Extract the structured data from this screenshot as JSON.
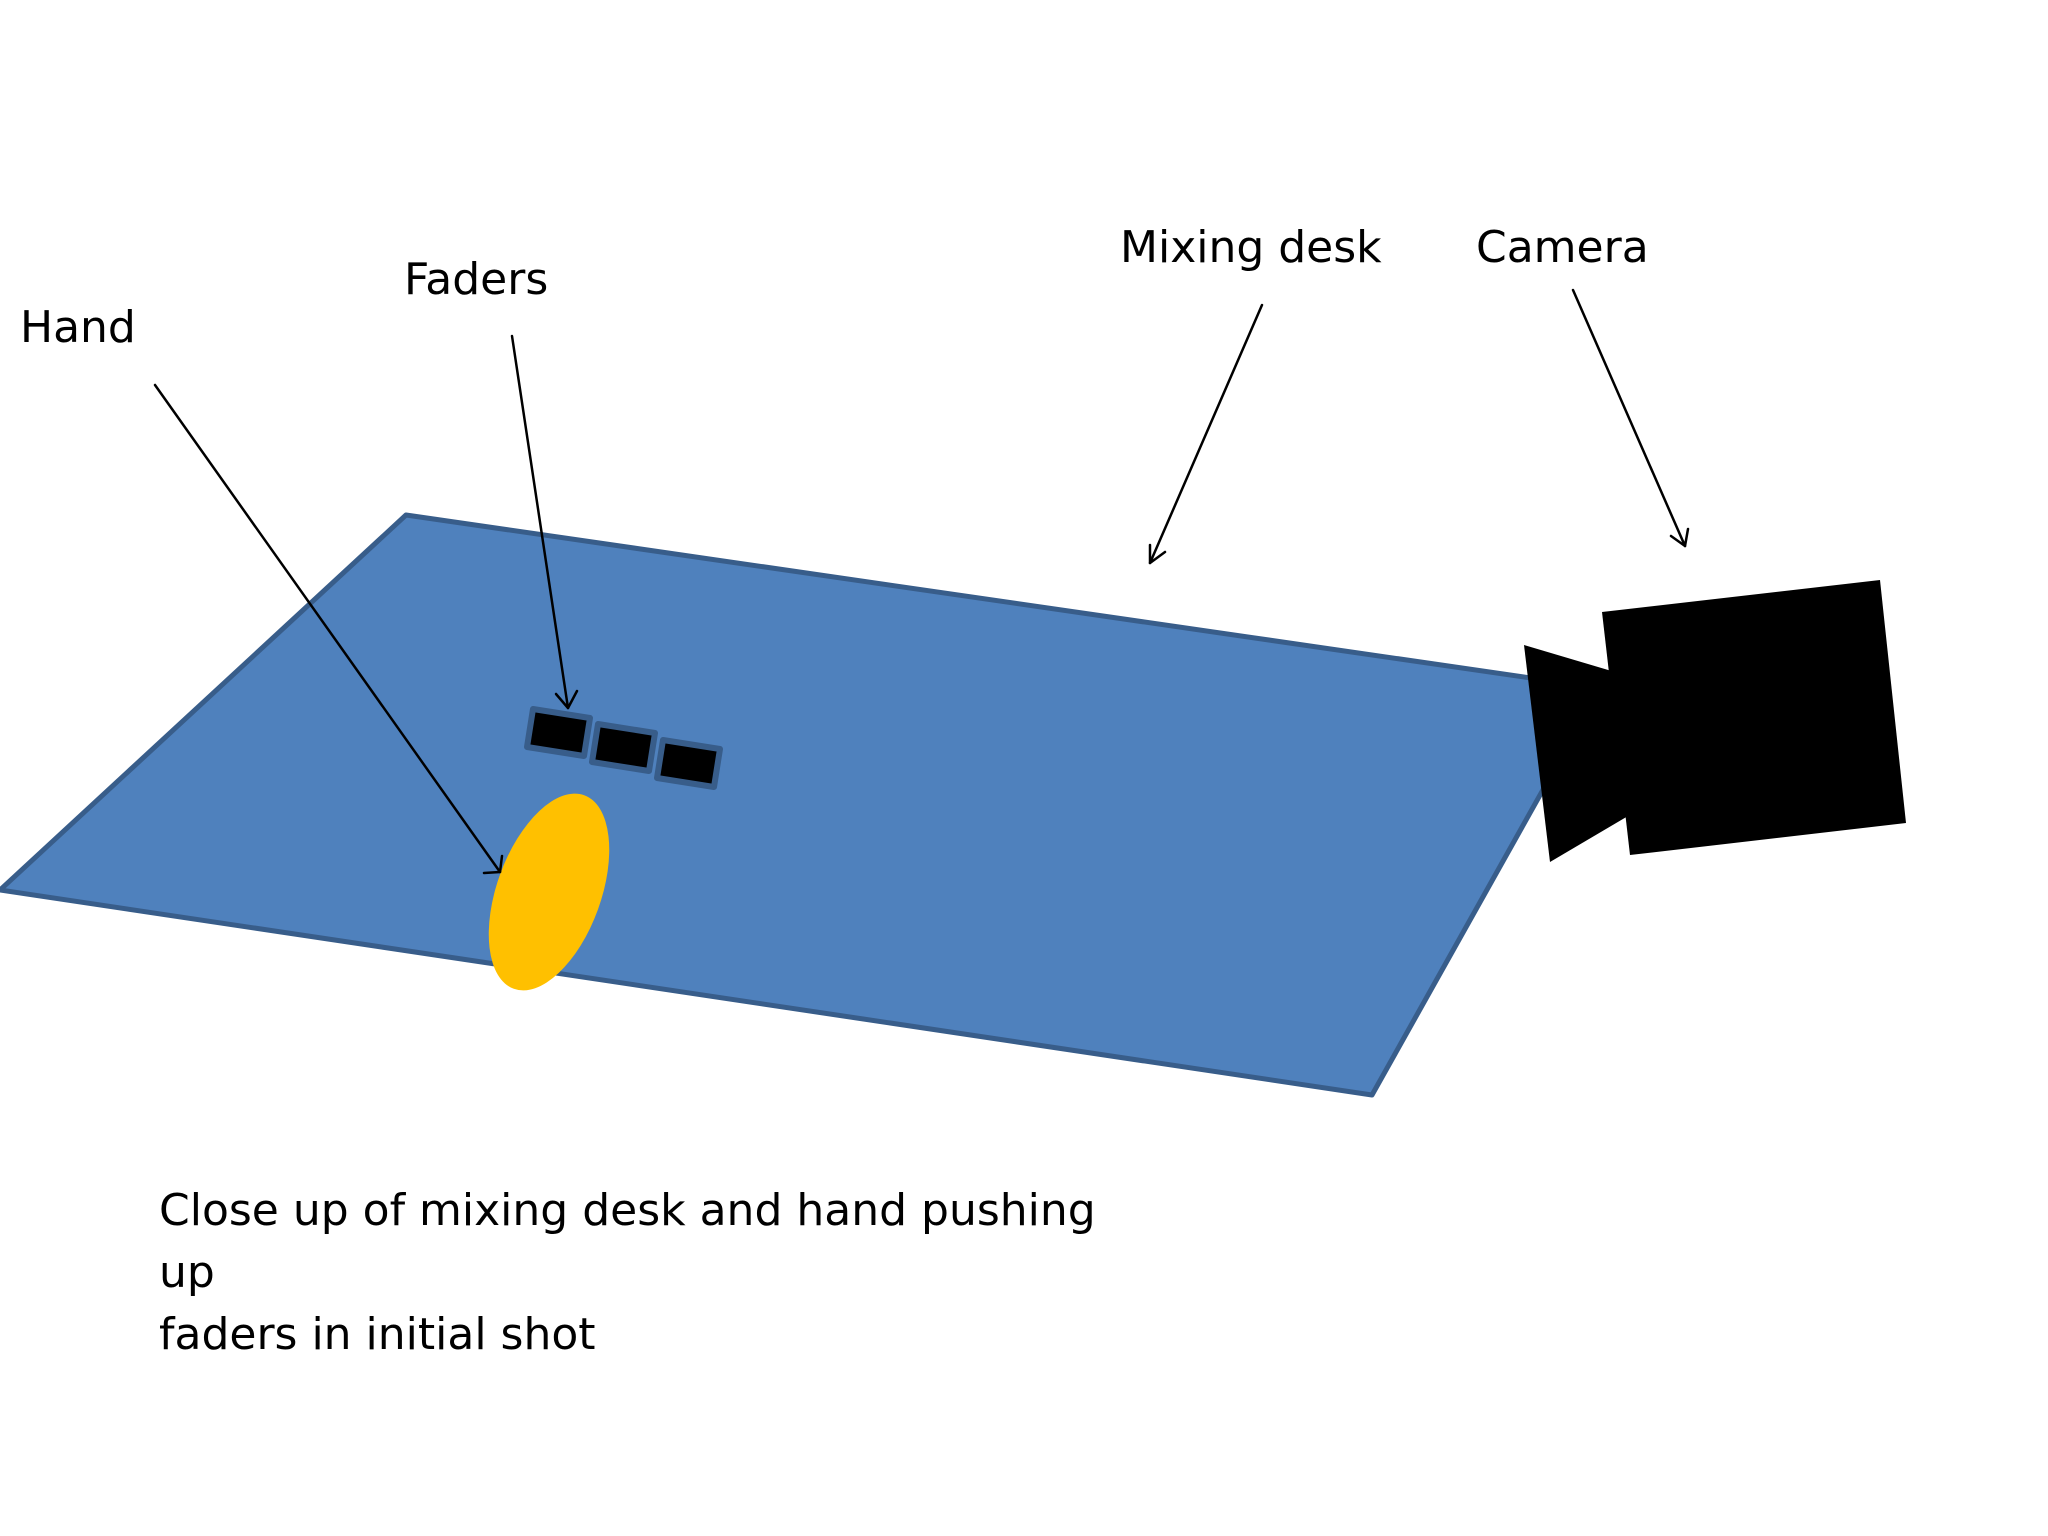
{
  "labels": {
    "hand": "Hand",
    "faders": "Faders",
    "mixing_desk": "Mixing desk",
    "camera": "Camera"
  },
  "caption": {
    "line1": "Close up of mixing desk and hand pushing up",
    "line2": "faders in initial shot"
  },
  "colors": {
    "desk_fill": "#4f81bd",
    "desk_stroke": "#385d8a",
    "hand_fill": "#ffc000",
    "fader_fill": "#000000",
    "camera_fill": "#000000",
    "arrow_stroke": "#000000"
  }
}
